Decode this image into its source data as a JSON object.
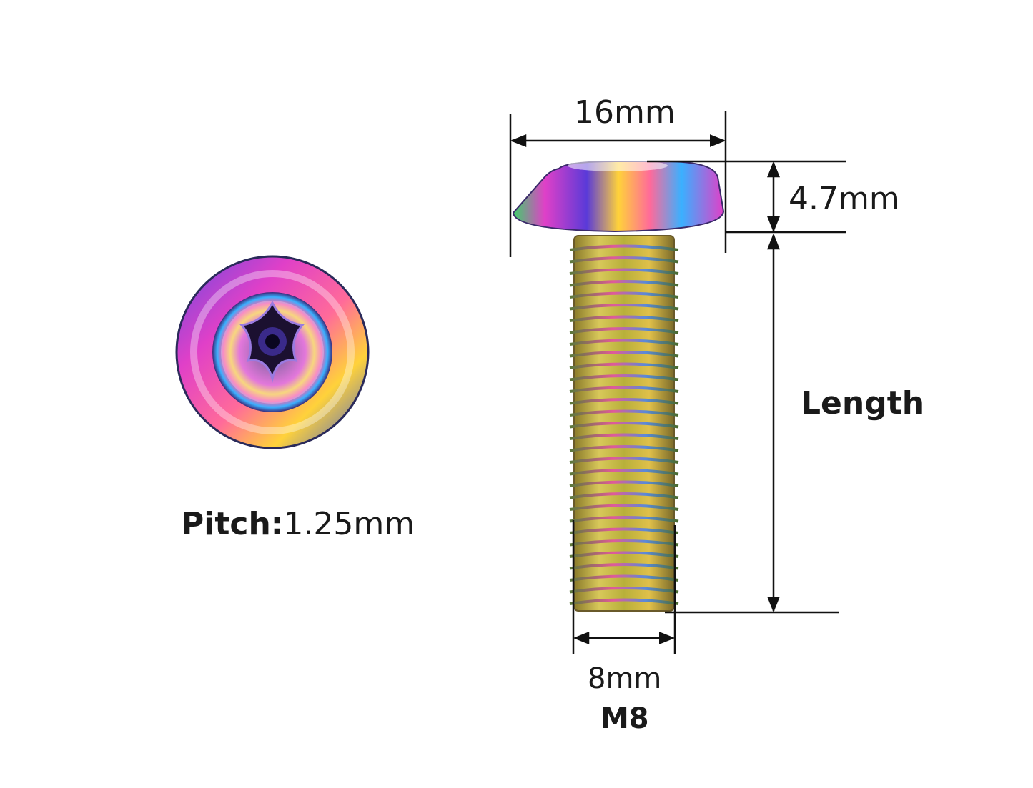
{
  "dimensions": {
    "head_diameter": "16mm",
    "head_height": "4.7mm",
    "length_label": "Length",
    "thread_diameter": "8mm",
    "thread_size": "M8"
  },
  "pitch": {
    "label": "Pitch:",
    "value": "1.25mm"
  },
  "colors": {
    "line": "#111111",
    "text": "#1a1a1a",
    "thread_gold": "#c8b43a",
    "iridescent": [
      "#e040c8",
      "#ff5fa8",
      "#ffd23a",
      "#3ab0ff",
      "#5a3ad8",
      "#3fcf6a"
    ]
  }
}
